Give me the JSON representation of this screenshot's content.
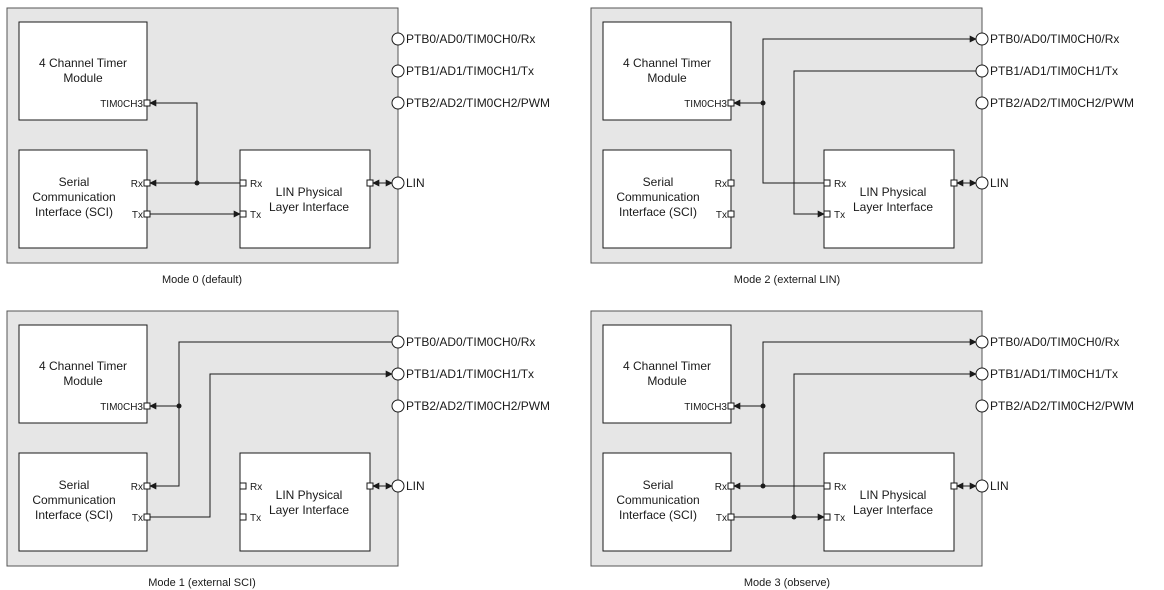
{
  "labels": {
    "timer_line1": "4 Channel Timer",
    "timer_line2": "Module",
    "timer_port": "TIM0CH3",
    "sci_line1": "Serial",
    "sci_line2": "Communication",
    "sci_line3": "Interface (SCI)",
    "rx": "Rx",
    "tx": "Tx",
    "lin_line1": "LIN Physical",
    "lin_line2": "Layer Interface",
    "pin_ptb0": "PTB0/AD0/TIM0CH0/Rx",
    "pin_ptb1": "PTB1/AD1/TIM0CH1/Tx",
    "pin_ptb2": "PTB2/AD2/TIM0CH2/PWM",
    "pin_lin": "LIN"
  },
  "modes": [
    {
      "id": "mode0",
      "caption": "Mode 0 (default)"
    },
    {
      "id": "mode2",
      "caption": "Mode 2 (external LIN)"
    },
    {
      "id": "mode1",
      "caption": "Mode 1 (external SCI)"
    },
    {
      "id": "mode3",
      "caption": "Mode 3 (observe)"
    }
  ]
}
